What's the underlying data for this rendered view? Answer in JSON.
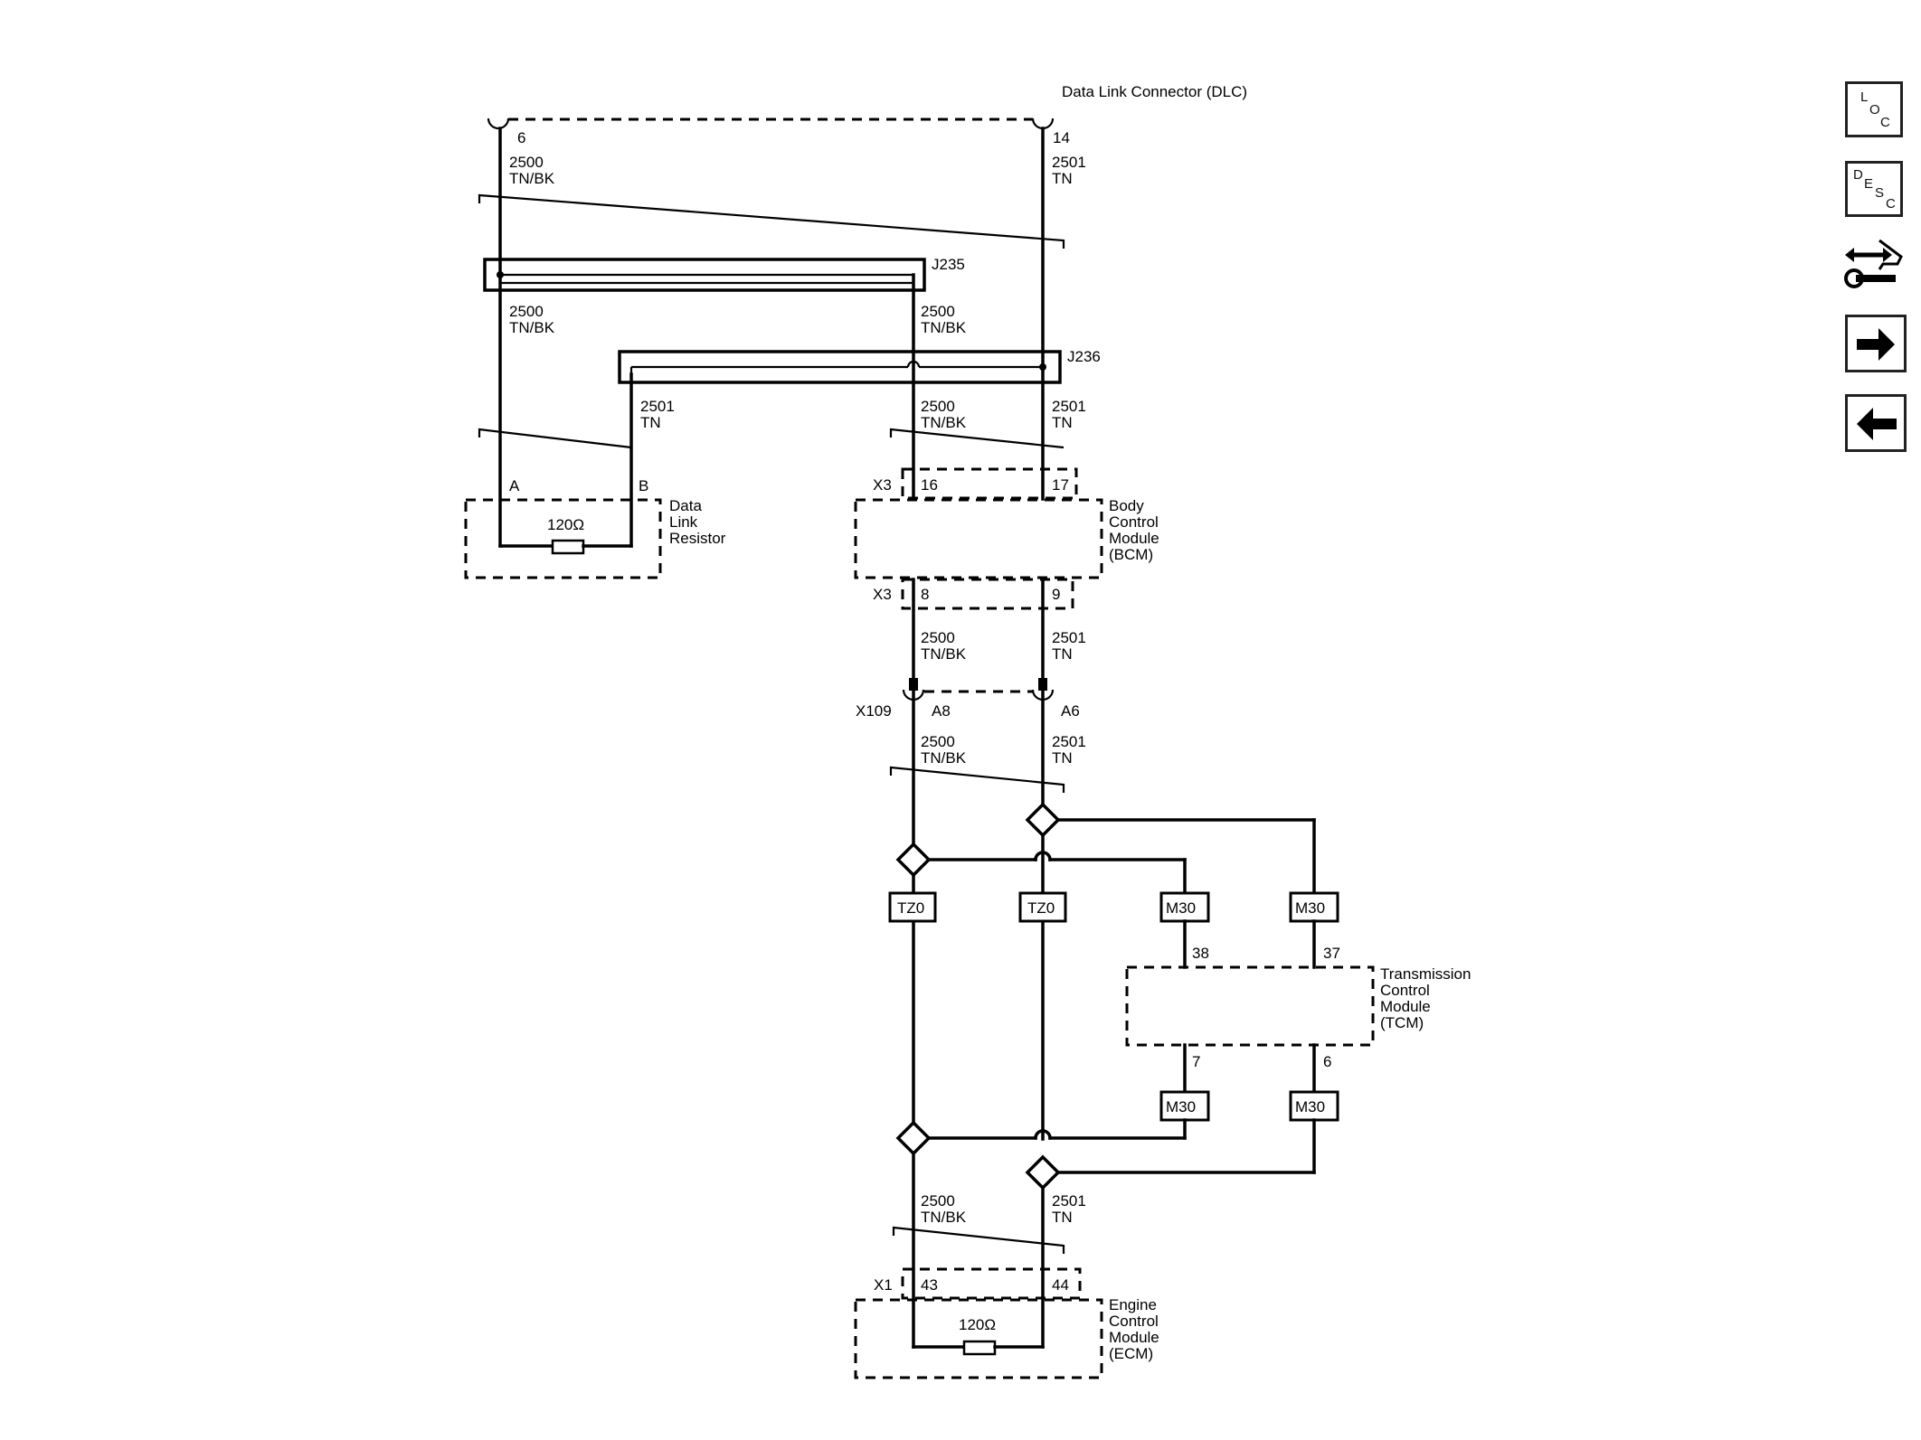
{
  "dlc": {
    "title": "Data Link Connector (DLC)",
    "pin_left": "6",
    "pin_right": "14"
  },
  "wires": {
    "w1": [
      "2500",
      "TN/BK"
    ],
    "w2": [
      "2501",
      "TN"
    ],
    "w3": [
      "2500",
      "TN/BK"
    ],
    "w4": [
      "2500",
      "TN/BK"
    ],
    "w5": [
      "2501",
      "TN"
    ],
    "w6": [
      "2500",
      "TN/BK"
    ],
    "w7": [
      "2501",
      "TN"
    ],
    "w8": [
      "2500",
      "TN/BK"
    ],
    "w9": [
      "2501",
      "TN"
    ],
    "w10": [
      "2500",
      "TN/BK"
    ],
    "w11": [
      "2501",
      "TN"
    ],
    "w12": [
      "2500",
      "TN/BK"
    ],
    "w13": [
      "2501",
      "TN"
    ]
  },
  "splices": {
    "j235": "J235",
    "j236": "J236"
  },
  "resistor": {
    "name": [
      "Data",
      "Link",
      "Resistor"
    ],
    "pin_a": "A",
    "pin_b": "B",
    "value": "120Ω"
  },
  "bcm": {
    "name": [
      "Body",
      "Control",
      "Module",
      "(BCM)"
    ],
    "conn_top": "X3",
    "pin16": "16",
    "pin17": "17",
    "conn_bottom": "X3",
    "pin8": "8",
    "pin9": "9"
  },
  "x109": {
    "conn": "X109",
    "pin_a8": "A8",
    "pin_a6": "A6"
  },
  "options": {
    "tz0_1": "TZ0",
    "tz0_2": "TZ0",
    "m30_1": "M30",
    "m30_2": "M30",
    "m30_3": "M30",
    "m30_4": "M30"
  },
  "tcm": {
    "name": [
      "Transmission",
      "Control",
      "Module",
      "(TCM)"
    ],
    "pin38": "38",
    "pin37": "37",
    "pin7": "7",
    "pin6": "6"
  },
  "ecm": {
    "name": [
      "Engine",
      "Control",
      "Module",
      "(ECM)"
    ],
    "conn": "X1",
    "pin43": "43",
    "pin44": "44",
    "value": "120Ω"
  },
  "toolbar": {
    "loc": [
      "L",
      "O",
      "C"
    ],
    "desc": [
      "D",
      "E",
      "S",
      "C"
    ]
  }
}
